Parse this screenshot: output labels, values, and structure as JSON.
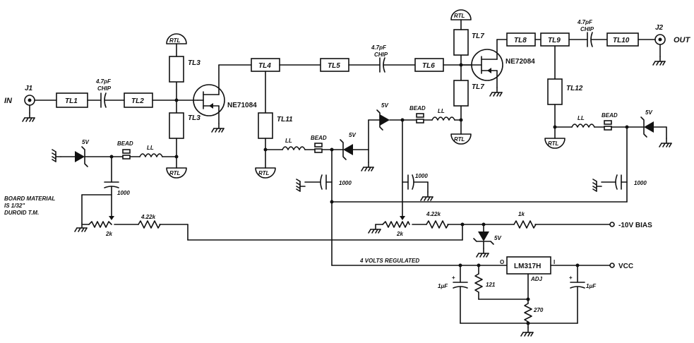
{
  "labels": {
    "j1": "J1",
    "j2": "J2",
    "in": "IN",
    "out": "OUT",
    "tl1": "TL1",
    "tl2": "TL2",
    "tl3": "TL3",
    "tl4": "TL4",
    "tl5": "TL5",
    "tl6": "TL6",
    "tl7": "TL7",
    "tl8": "TL8",
    "tl9": "TL9",
    "tl10": "TL10",
    "tl11": "TL11",
    "tl12": "TL12",
    "rtl": "RTL",
    "cap_value": "4.7pF",
    "chip": "CHIP",
    "fet1": "NE71084",
    "fet2": "NE72084",
    "bead": "BEAD",
    "ll": "LL",
    "zener": "5V",
    "c1000": "1000",
    "r422k": "4.22k",
    "pot2k": "2k",
    "r1k": "1k",
    "bias": "-10V BIAS",
    "regulated": "4 VOLTS REGULATED",
    "regulator": "LM317H",
    "reg_out": "O",
    "reg_in": "I",
    "adj": "ADJ",
    "cap_1uf": "1μF",
    "r121": "121",
    "r270": "270",
    "vcc": "VCC",
    "board_line1": "BOARD MATERIAL",
    "board_line2": "IS 1/32\"",
    "board_line3": "DUROID T.M.",
    "plus": "+"
  }
}
